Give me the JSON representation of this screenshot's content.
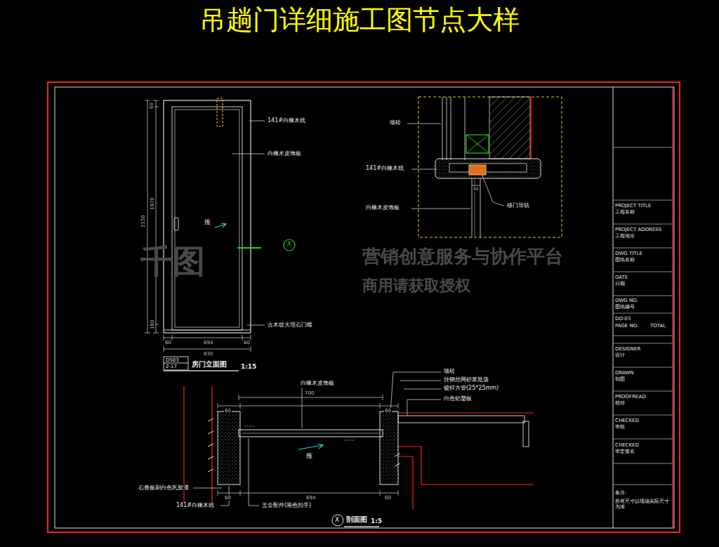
{
  "diagram": {
    "title": "吊趟门详细施工图节点大样",
    "labels": [
      "60",
      "2150",
      "1970",
      "180",
      "141#白橡木线",
      "白橡木皮饰板",
      "推",
      "古木纹大理石门槛",
      "60",
      "694",
      "60",
      "830",
      "D503",
      "2-17",
      "房门立面图",
      "1:15",
      "X",
      "墙砖",
      "141#白橡木线",
      "白橡木皮饰板",
      "移门导轨",
      "60",
      "白橡木皮饰板",
      "700",
      "墙砖",
      "挂钢丝网砂浆批荡",
      "镀锌方管(25*25mm)",
      "白色铝塑板",
      "60",
      "60",
      "推",
      "60",
      "694",
      "60",
      "石膏板刷白色乳胶漆",
      "141#白橡木线",
      "五金配件(黑色扣手)",
      "X",
      "剖面图",
      "1:5",
      "PROJECT TITLE",
      "工程名称",
      "PROJECT ADDRESS",
      "工程地址",
      "DWG TITLE",
      "图纸名称",
      "DATE",
      "日期",
      "DWG NO.",
      "图纸编号",
      "DD-03",
      "PAGE NO.",
      "TOTAL",
      "DESIGNER",
      "设计",
      "DRAWN",
      "制图",
      "PROOFREAD",
      "校对",
      "CHECKED",
      "审核",
      "CHECKED",
      "审定签名",
      "备注:",
      "所有尺寸以现场实际尺寸为准",
      "千图",
      "营销创意服务与协作平台",
      "商用请获取授权"
    ]
  }
}
